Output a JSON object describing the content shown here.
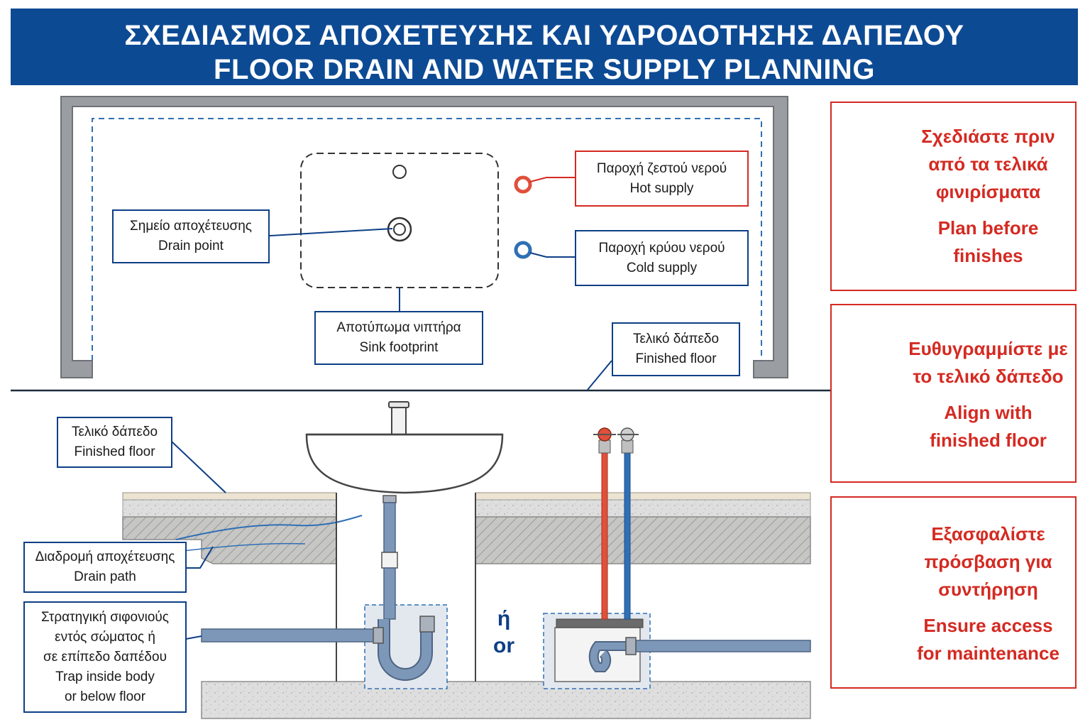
{
  "title": {
    "greek": "ΣΧΕΔΙΑΣΜΟΣ ΑΠΟΧΕΤΕΥΣΗΣ ΚΑΙ ΥΔΡΟΔΟΤΗΣΗΣ ΔΑΠΕΔΟΥ",
    "english": "FLOOR DRAIN AND WATER SUPPLY PLANNING"
  },
  "plan_view": {
    "drain_point": {
      "greek": "Σημείο αποχέτευσης",
      "english": "Drain point"
    },
    "sink_footprint": {
      "greek": "Αποτύπωμα νιπτήρα",
      "english": "Sink footprint"
    },
    "hot_supply": {
      "greek": "Παροχή ζεστού νερού",
      "english": "Hot supply"
    },
    "cold_supply": {
      "greek": "Παροχή κρύου νερού",
      "english": "Cold supply"
    },
    "finished_floor": {
      "greek": "Τελικό δάπεδο",
      "english": "Finished floor"
    }
  },
  "section_view": {
    "finished_floor": {
      "greek": "Τελικό δάπεδο",
      "english": "Finished floor"
    },
    "drain_path": {
      "greek": "Διαδρομή αποχέτευσης",
      "english": "Drain path"
    },
    "trap": {
      "greek_1": "Στρατηγική σιφονιούς",
      "greek_2": "εντός σώματος ή",
      "greek_3": "σε επίπεδο δαπέδου",
      "english_1": "Trap inside body",
      "english_2": "or below floor"
    },
    "or_greek": "ή",
    "or_english": "or"
  },
  "warnings": [
    {
      "greek": [
        "Σχεδιάστε πριν",
        "από τα τελικά",
        "φινιρίσματα"
      ],
      "english": [
        "Plan before",
        "finishes"
      ]
    },
    {
      "greek": [
        "Ευθυγραμμίστε με",
        "το τελικό δάπεδο"
      ],
      "english": [
        "Align with",
        "finished floor"
      ]
    },
    {
      "greek": [
        "Εξασφαλίστε",
        "πρόσβαση για",
        "συντήρηση"
      ],
      "english": [
        "Ensure access",
        "for maintenance"
      ]
    }
  ],
  "colors": {
    "header": "#0d4a94",
    "callout_border": "#0d3f86",
    "hot": "#e0503a",
    "cold": "#2f6fb5",
    "warning": "#d42a22",
    "wall": "#9a9da1",
    "pipe": "#7d97b8"
  }
}
